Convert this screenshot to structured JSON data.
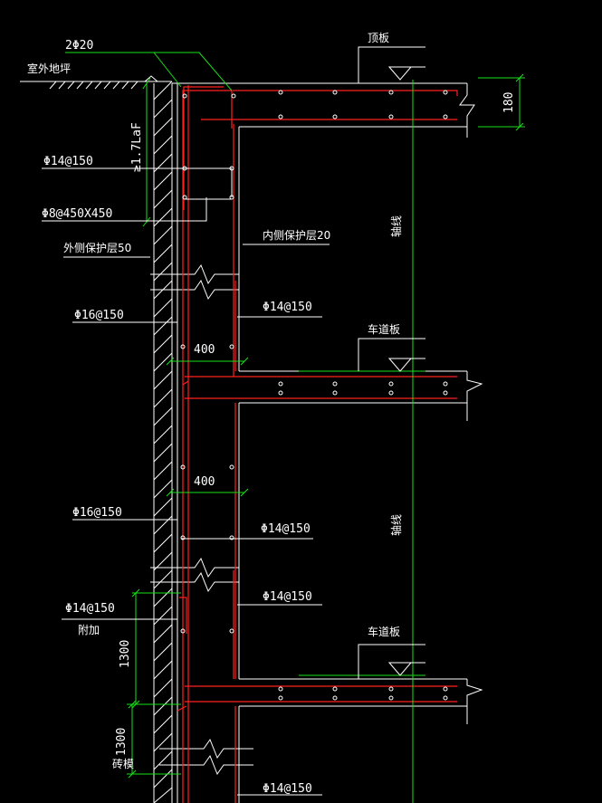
{
  "labels": {
    "top_bar": "2Φ20",
    "ground": "室外地坪",
    "roof_slab": "顶板",
    "dim_180": "180",
    "dim_lae": "≥1.7LaF",
    "phi14_top": "Φ14@150",
    "phi8": "Φ8@450X450",
    "outer_cover": "外侧保护层50",
    "inner_cover": "内侧保护层20",
    "phi14_mid1": "Φ14@150",
    "phi16_1": "Φ16@150",
    "lane_slab_1": "车道板",
    "dim_400_1": "400",
    "dim_400_2": "400",
    "phi16_2": "Φ16@150",
    "phi14_mid2": "Φ14@150",
    "phi14_mid3": "Φ14@150",
    "phi14_add": "Φ14@150",
    "add_note": "附加",
    "dim_1300_1": "1300",
    "lane_slab_2": "车道板",
    "dim_1300_2": "1300",
    "brick": "砖模",
    "phi14_bottom": "Φ14@150",
    "axis_1": "轴线",
    "axis_2": "轴线"
  },
  "colors": {
    "background": "#000000",
    "line": "#ffffff",
    "rebar": "#ff2020",
    "dimension": "#19e019"
  }
}
